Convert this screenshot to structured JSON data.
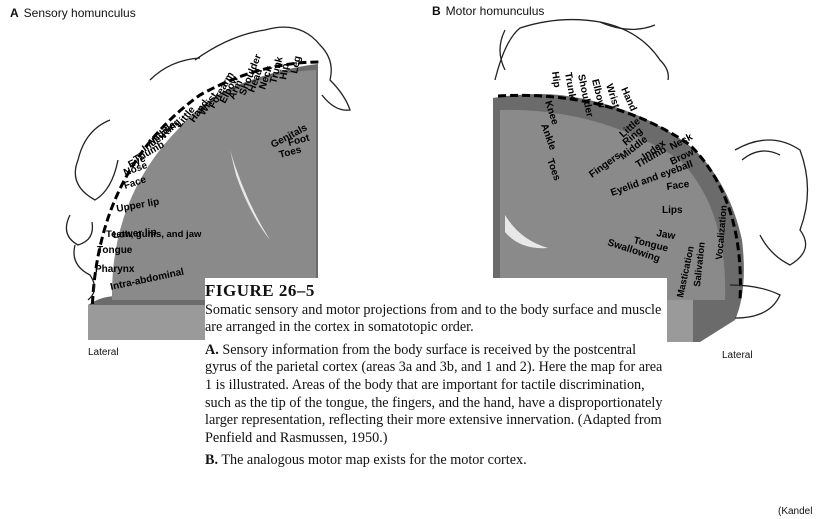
{
  "panel_a": {
    "letter": "A",
    "title": "Sensory homunculus",
    "side_label": "Lateral",
    "labels": [
      "Leg",
      "Hip",
      "Trunk",
      "Neck",
      "Head",
      "Shoulder",
      "Arm",
      "Elbow",
      "Forearm",
      "Wrist",
      "Hand",
      "Little",
      "Ring",
      "Middle",
      "Index",
      "Thumb",
      "Eye",
      "Nose",
      "Face",
      "Upper lip",
      "Lower lip",
      "Teeth, gums, and jaw",
      "Tongue",
      "Pharynx",
      "Intra-abdominal",
      "Foot",
      "Toes",
      "Genitals"
    ]
  },
  "panel_b": {
    "letter": "B",
    "title": "Motor homunculus",
    "side_label": "Lateral",
    "labels": [
      "Hip",
      "Knee",
      "Ankle",
      "Toes",
      "Trunk",
      "Shoulder",
      "Elbow",
      "Wrist",
      "Hand",
      "Little",
      "Ring",
      "Middle",
      "Index",
      "Fingers",
      "Thumb",
      "Neck",
      "Brow",
      "Eyelid and eyeball",
      "Face",
      "Lips",
      "Jaw",
      "Tongue",
      "Swallowing",
      "Vocalization",
      "Salivation",
      "Mastication"
    ]
  },
  "caption": {
    "figure_label": "FIGURE 26–5",
    "intro": "Somatic sensory and motor projections from and to the body surface and muscle are arranged in the cortex in somatotopic order.",
    "a_lead": "A.",
    "a_text": "Sensory information from the body surface is received by the postcentral gyrus of the parietal cortex (areas 3a and 3b, and 1 and 2). Here the map for area 1 is illustrated. Areas of the body that are important for tactile discrimination, such as the tip of the tongue, the fingers, and the hand, have a disproportionately larger representation, reflecting their more extensive innervation. (Adapted from Penfield and Rasmussen, 1950.)",
    "b_lead": "B.",
    "b_text": "The analogous motor map exists for the motor cortex."
  },
  "credit": "(Kandel"
}
